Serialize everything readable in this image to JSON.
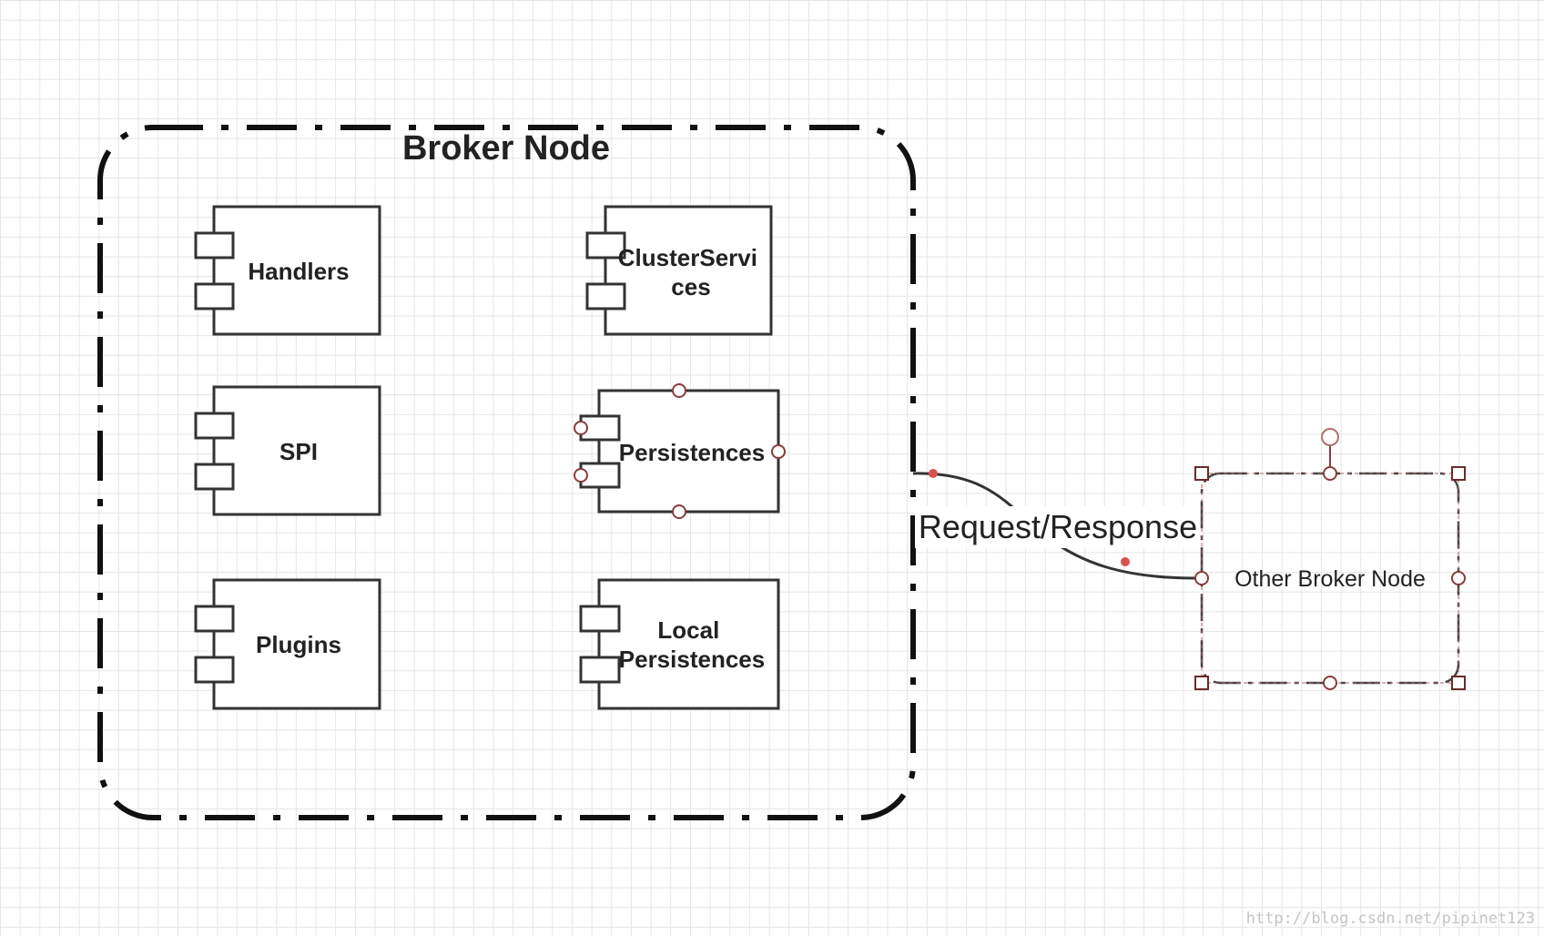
{
  "container": {
    "title": "Broker Node"
  },
  "components": [
    {
      "id": "handlers",
      "lines": [
        "Handlers"
      ]
    },
    {
      "id": "cluster-services",
      "lines": [
        "ClusterServi",
        "ces"
      ]
    },
    {
      "id": "spi",
      "lines": [
        "SPI"
      ]
    },
    {
      "id": "persistences",
      "lines": [
        "Persistences"
      ]
    },
    {
      "id": "plugins",
      "lines": [
        "Plugins"
      ]
    },
    {
      "id": "local-persistences",
      "lines": [
        "Local",
        "Persistences"
      ]
    }
  ],
  "connector": {
    "label": "Request/Response"
  },
  "other_node": {
    "label": "Other Broker Node"
  },
  "watermark": "http://blog.csdn.net/pipinet123",
  "colors": {
    "grid": "#e6e6e6",
    "stroke": "#222222",
    "selection": "#8a3b3b",
    "endpoint": "#d9534f"
  }
}
